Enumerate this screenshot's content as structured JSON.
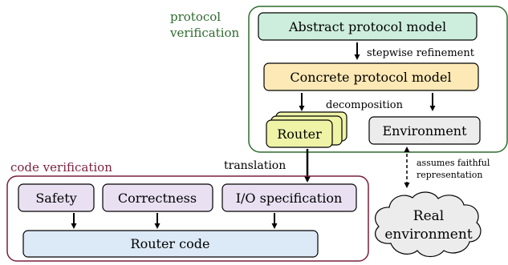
{
  "protocol_group": {
    "label_line1": "protocol",
    "label_line2": "verification",
    "color": "#2e6b2e"
  },
  "code_group": {
    "label": "code verification",
    "color": "#7a1f3d"
  },
  "boxes": {
    "abstract_model": "Abstract protocol model",
    "concrete_model": "Concrete protocol model",
    "router": "Router",
    "environment": "Environment",
    "safety": "Safety",
    "correctness": "Correctness",
    "io_spec": "I/O specification",
    "router_code": "Router code",
    "real_env_line1": "Real",
    "real_env_line2": "environment"
  },
  "edges": {
    "stepwise": "stepwise refinement",
    "decomposition": "decomposition",
    "translation": "translation",
    "assumes_line1": "assumes faithful",
    "assumes_line2": "representation"
  },
  "colors": {
    "abstract_fill": "#cdeedd",
    "concrete_fill": "#fde9b5",
    "router_fill": "#eef3a6",
    "environment_fill": "#ececec",
    "purple_fill": "#e9e0f2",
    "code_fill": "#dce9f6",
    "cloud_fill": "#ececec"
  }
}
